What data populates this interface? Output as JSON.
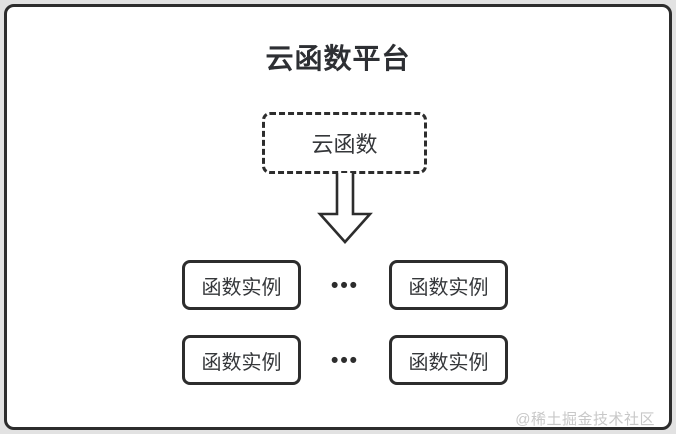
{
  "page": {
    "background_color": "#e2e2e2",
    "card_background": "#ffffff",
    "ink_color": "#2d2d2d",
    "watermark_color": "#c8c8c8"
  },
  "diagram": {
    "title": "云函数平台",
    "root_node": {
      "label": "云函数",
      "border_style": "dashed"
    },
    "arrow": {
      "icon": "down-arrow-icon",
      "direction": "down"
    },
    "instance_rows": [
      {
        "left": "函数实例",
        "separator": "•••",
        "right": "函数实例"
      },
      {
        "left": "函数实例",
        "separator": "•••",
        "right": "函数实例"
      }
    ],
    "watermark": "@稀土掘金技术社区"
  }
}
